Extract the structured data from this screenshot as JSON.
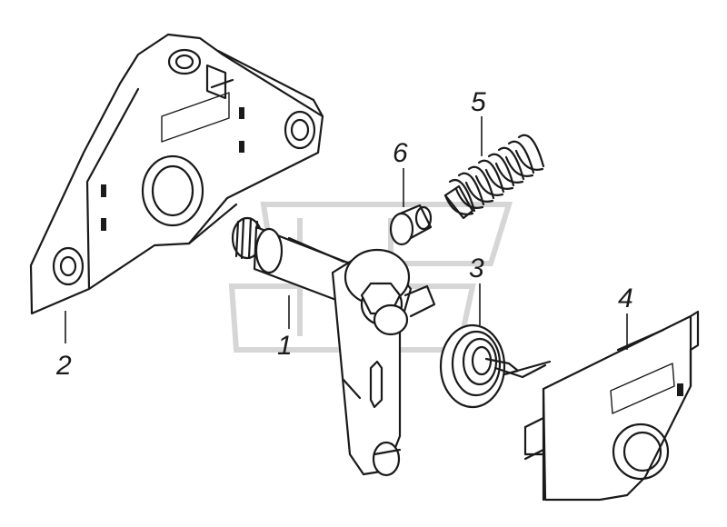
{
  "labels": {
    "part1": "1",
    "part2": "2",
    "part3": "3",
    "part4": "4",
    "part5": "5",
    "part6": "6"
  },
  "colors": {
    "line": "#1a1a1a",
    "background": "#ffffff",
    "watermark": "#d6d6d6"
  }
}
